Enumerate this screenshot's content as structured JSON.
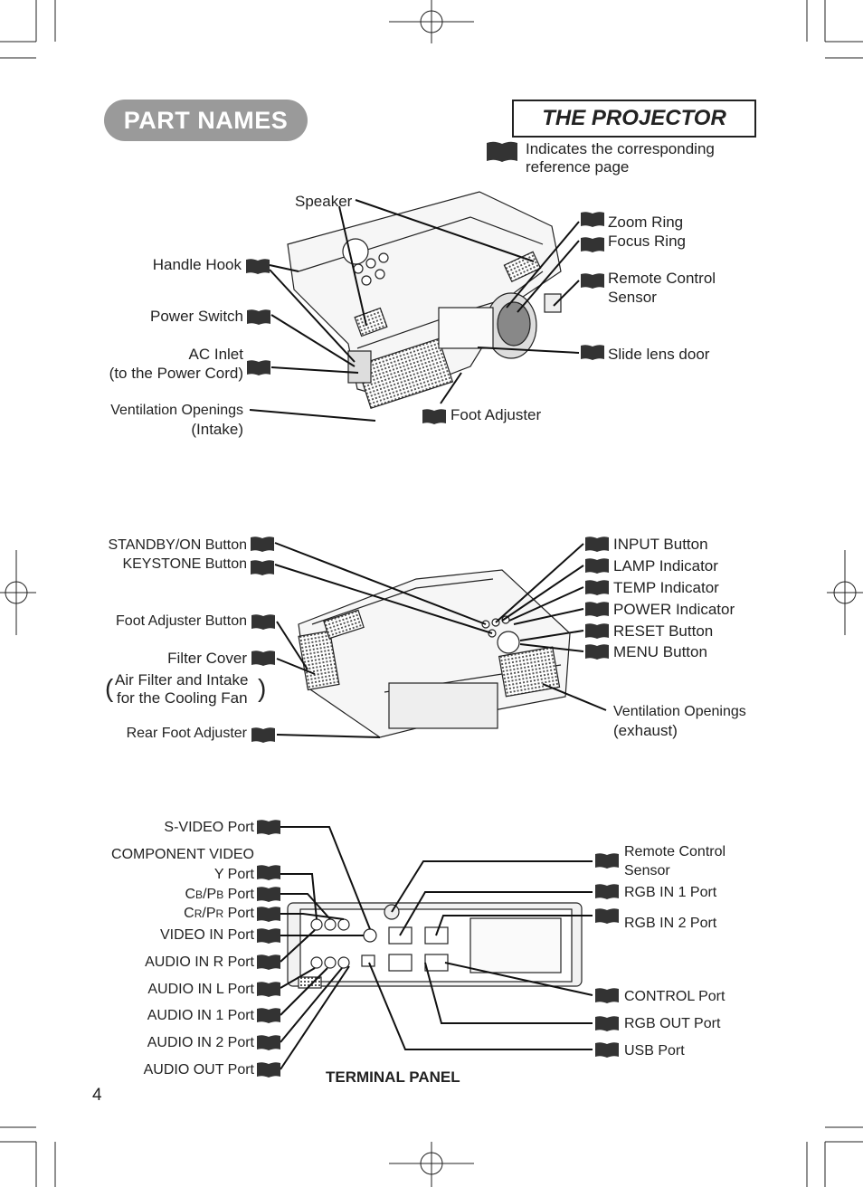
{
  "header": {
    "section_title": "PART NAMES",
    "subsection_title": "THE PROJECTOR",
    "legend_text_1": "Indicates the corresponding",
    "legend_text_2": "reference page",
    "book_icon": "book-icon"
  },
  "top_view": {
    "speaker": "Speaker",
    "handle_hook": "Handle Hook",
    "power_switch": "Power Switch",
    "ac_inlet_1": "AC Inlet",
    "ac_inlet_2": "(to the Power Cord)",
    "vent_intake_1": "Ventilation Openings",
    "vent_intake_2": "(Intake)",
    "zoom_ring": "Zoom Ring",
    "focus_ring": "Focus Ring",
    "remote_sensor_1": "Remote Control",
    "remote_sensor_2": "Sensor",
    "slide_lens_door": "Slide lens door",
    "foot_adjuster": "Foot Adjuster"
  },
  "rear_view": {
    "standby_button": "STANDBY/ON Button",
    "keystone_button": "KEYSTONE Button",
    "foot_adjuster_button": "Foot Adjuster Button",
    "filter_cover": "Filter Cover",
    "air_filter_1": "Air Filter and Intake",
    "air_filter_2": "for the Cooling Fan",
    "rear_foot_adjuster": "Rear Foot Adjuster",
    "input_button": "INPUT Button",
    "lamp_indicator": "LAMP Indicator",
    "temp_indicator": "TEMP Indicator",
    "power_indicator": "POWER Indicator",
    "reset_button": "RESET Button",
    "menu_button": "MENU Button",
    "vent_exhaust_1": "Ventilation Openings",
    "vent_exhaust_2": "(exhaust)"
  },
  "terminal_panel": {
    "title": "TERMINAL PANEL",
    "svideo_port": "S-VIDEO Port",
    "component_video": "COMPONENT VIDEO",
    "y_port": "Y Port",
    "cb_main": "C",
    "cb_sub": "B",
    "cb_slash": "/P",
    "cb_sub2": "B",
    "cb_port": " Port",
    "cr_main": "C",
    "cr_sub": "R",
    "cr_slash": "/P",
    "cr_sub2": "R",
    "cr_port": " Port",
    "video_in_port": "VIDEO IN Port",
    "audio_in_r": "AUDIO IN R Port",
    "audio_in_l": "AUDIO IN L Port",
    "audio_in_1": "AUDIO IN 1 Port",
    "audio_in_2": "AUDIO IN 2 Port",
    "audio_out": "AUDIO OUT Port",
    "remote_sensor_1": "Remote Control",
    "remote_sensor_2": "Sensor",
    "rgb_in_1": "RGB IN 1 Port",
    "rgb_in_2": "RGB IN 2 Port",
    "control_port": "CONTROL Port",
    "rgb_out": "RGB OUT Port",
    "usb_port": "USB Port"
  },
  "footer": {
    "page_number": "4"
  }
}
